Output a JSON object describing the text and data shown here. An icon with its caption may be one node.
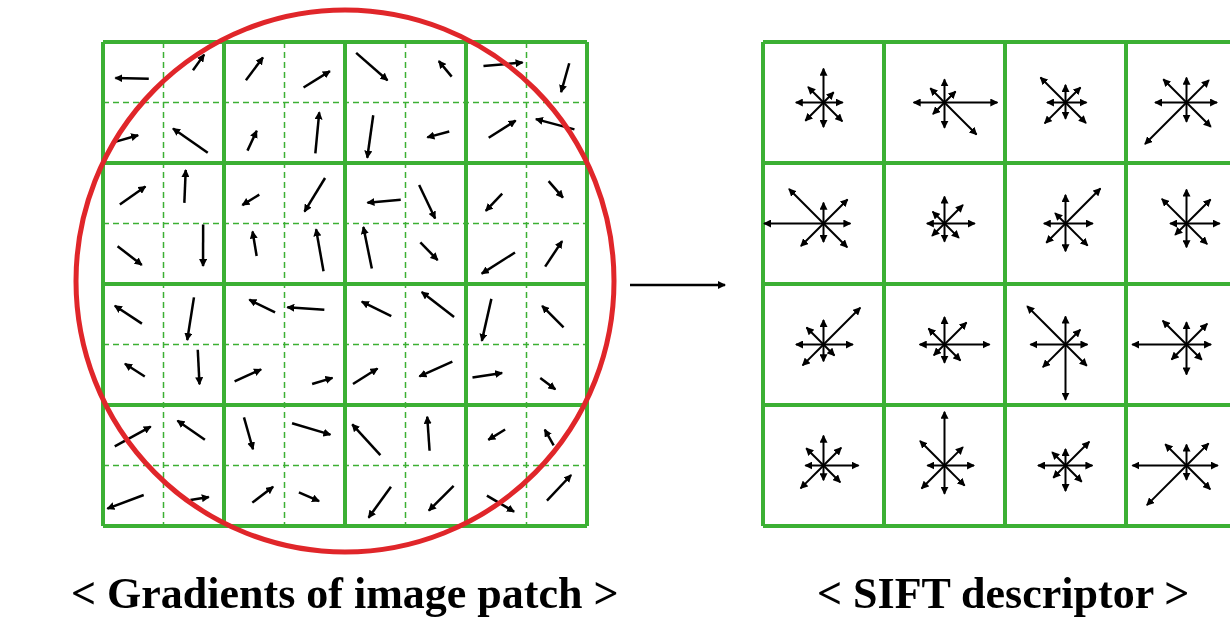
{
  "diagram": {
    "nodes": [
      {
        "text": [],
        "shape": "grid",
        "beside": [
          "< Gradients of image patch >"
        ]
      },
      {
        "text": [],
        "shape": "grid",
        "beside": [
          "< SIFT descriptor >"
        ]
      }
    ],
    "edges": [
      {
        "from": 0,
        "to": 1,
        "arrow": "to"
      }
    ]
  }
}
